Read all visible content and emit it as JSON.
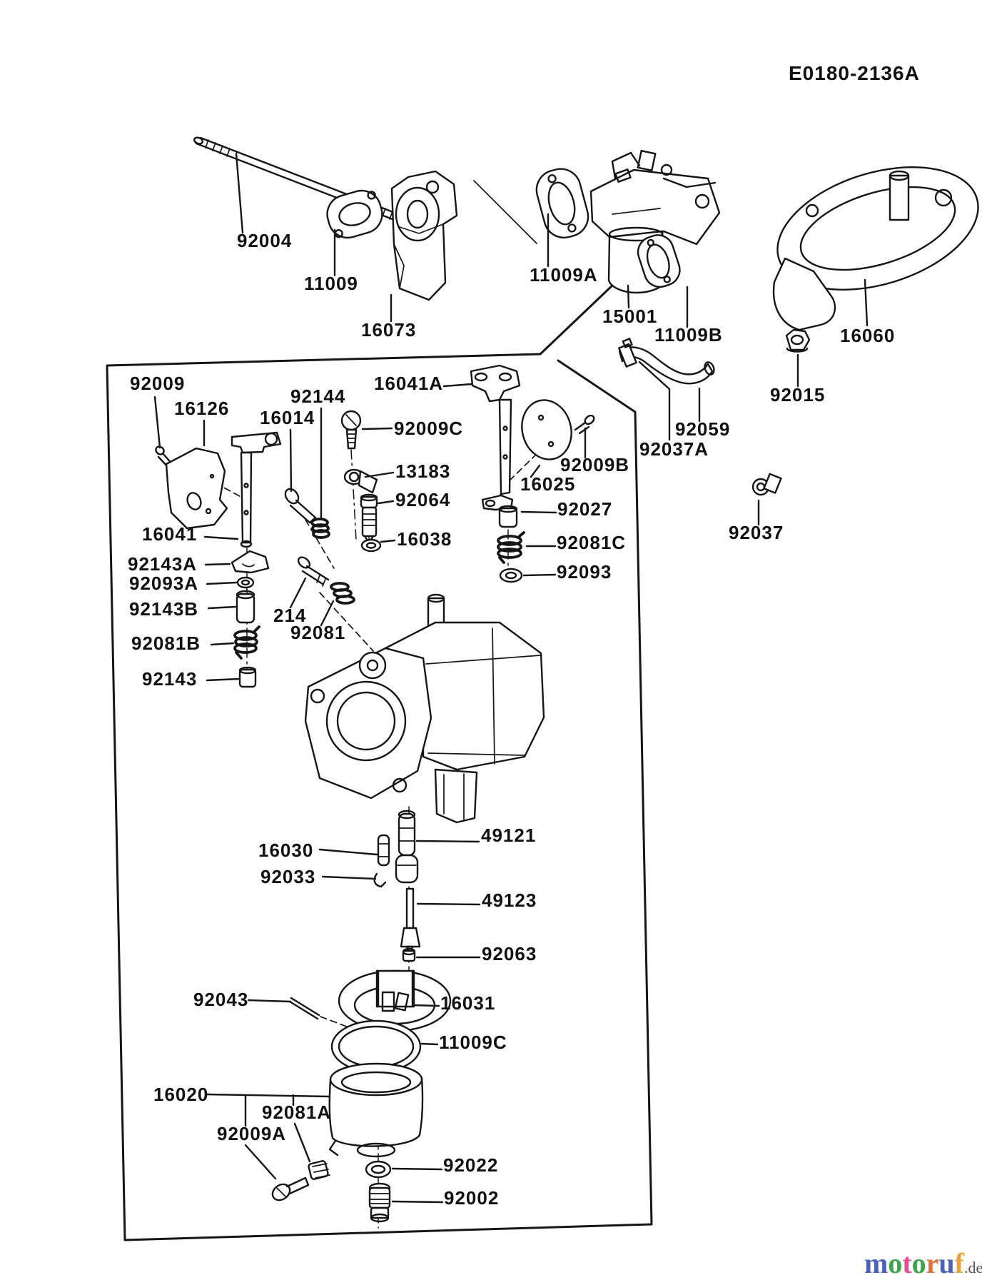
{
  "page": {
    "diagram_code": "E0180-2136A",
    "watermark": {
      "letters": [
        {
          "ch": "m",
          "style": "color:#4a63b8"
        },
        {
          "ch": "o",
          "style": "color:#3fa34d"
        },
        {
          "ch": "t",
          "style": "color:#e0518e"
        },
        {
          "ch": "o",
          "style": "color:#3fa34d"
        },
        {
          "ch": "r",
          "style": "color:#e2703a"
        },
        {
          "ch": "u",
          "style": "color:#4a63b8"
        },
        {
          "ch": "f",
          "style": "color:#e8a33d"
        }
      ],
      "suffix": ".de"
    }
  },
  "part_labels": [
    {
      "part_number": "92004"
    },
    {
      "part_number": "11009"
    },
    {
      "part_number": "16073"
    },
    {
      "part_number": "11009A"
    },
    {
      "part_number": "15001"
    },
    {
      "part_number": "11009B"
    },
    {
      "part_number": "16060"
    },
    {
      "part_number": "92015"
    },
    {
      "part_number": "92059"
    },
    {
      "part_number": "92037A"
    },
    {
      "part_number": "92037"
    },
    {
      "part_number": "92009"
    },
    {
      "part_number": "16126"
    },
    {
      "part_number": "92144"
    },
    {
      "part_number": "16014"
    },
    {
      "part_number": "16041A"
    },
    {
      "part_number": "92009C"
    },
    {
      "part_number": "13183"
    },
    {
      "part_number": "92064"
    },
    {
      "part_number": "16038"
    },
    {
      "part_number": "16041"
    },
    {
      "part_number": "92143A"
    },
    {
      "part_number": "92093A"
    },
    {
      "part_number": "92143B"
    },
    {
      "part_number": "92081B"
    },
    {
      "part_number": "92143"
    },
    {
      "part_number": "214"
    },
    {
      "part_number": "92081"
    },
    {
      "part_number": "92009B"
    },
    {
      "part_number": "16025"
    },
    {
      "part_number": "92027"
    },
    {
      "part_number": "92081C"
    },
    {
      "part_number": "92093"
    },
    {
      "part_number": "16030"
    },
    {
      "part_number": "92033"
    },
    {
      "part_number": "49121"
    },
    {
      "part_number": "49123"
    },
    {
      "part_number": "92063"
    },
    {
      "part_number": "92043"
    },
    {
      "part_number": "16031"
    },
    {
      "part_number": "11009C"
    },
    {
      "part_number": "16020"
    },
    {
      "part_number": "92081A"
    },
    {
      "part_number": "92009A"
    },
    {
      "part_number": "92022"
    },
    {
      "part_number": "92002"
    }
  ]
}
